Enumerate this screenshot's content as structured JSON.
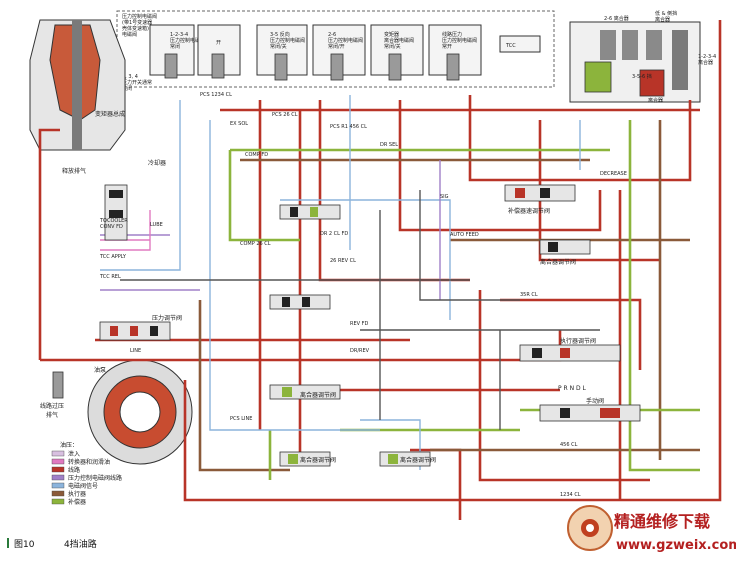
{
  "figure": {
    "number": "图10",
    "title": "4挡油路",
    "watermark_cn": "精通维修下载",
    "watermark_url": "www.gzweix.com"
  },
  "legend": {
    "heading": "油压：",
    "items": [
      {
        "label": "泄入",
        "color": "#d8c0e0"
      },
      {
        "label": "转换器和润滑油",
        "color": "#e07ac0"
      },
      {
        "label": "线路",
        "color": "#b83428"
      },
      {
        "label": "压力控制电磁阀线路",
        "color": "#a080c8"
      },
      {
        "label": "电磁阀信号",
        "color": "#8cb4dc"
      },
      {
        "label": "执行器",
        "color": "#8a5a3a"
      },
      {
        "label": "补偿器",
        "color": "#8cb43c"
      }
    ]
  },
  "colors": {
    "line": "#b83428",
    "converter": "#e07ac0",
    "pcs": "#a080c8",
    "signal": "#8cb4dc",
    "actuator": "#8a5a3a",
    "compensator": "#8cb43c",
    "body": "#555555"
  },
  "top": {
    "note_lines": [
      "压力控制电磁阀",
      "(带1号变速器",
      "壳体变速箱)",
      "电磁阀"
    ],
    "switch_lines": [
      "2, 3, 4",
      "压力开关通常",
      "关闭"
    ],
    "solenoids": [
      {
        "l1": "1-2-3-4",
        "l2": "压力控制电磁阀",
        "l3": "常闭"
      },
      {
        "l1": "开",
        "l2": "",
        "l3": ""
      },
      {
        "l1": "3-5 反向",
        "l2": "压力控制电磁阀",
        "l3": "常闭/关"
      },
      {
        "l1": "2-6",
        "l2": "压力控制电磁阀",
        "l3": "常闭/开"
      },
      {
        "l1": "变矩器",
        "l2": "离合器电磁阀",
        "l3": "常闭/关"
      },
      {
        "l1": "线路压力",
        "l2": "压力控制电磁阀",
        "l3": "常开"
      }
    ],
    "tcc_label": "TCC"
  },
  "right_top": {
    "clutch_26": "2-6 离合器",
    "low_rev": "低 & 倒挡",
    "low_rev_sub": "离合器",
    "clutch_1234": "1-2-3-4",
    "clutch_1234_sub": "离合器",
    "clutch_356": "3-5-6 挡",
    "clutch_356_sub": "离合器"
  },
  "left": {
    "converter_title": "变矩器总成",
    "cooler": "冷却器",
    "exhaust": "释放排气",
    "pump": "油泵",
    "filter_lines": [
      "线路过压",
      "排气"
    ]
  },
  "valves": {
    "boost": "补偿器速调节阀",
    "pressure_reg": "压力调节阀",
    "manual": "手动阀",
    "actuator_valve": "执行器调节阀",
    "tcc_reg": "离合器调节阀",
    "shift_56": "离合器调节阀",
    "shift_46": "离合器调节阀",
    "valve_a": "离合器调节阀"
  },
  "prndl": "P R N D L",
  "passages": [
    "PCS 1234 CL",
    "PCS R1 456 CL",
    "EX SOL",
    "COMP FD",
    "DR SEL",
    "PCS 26 CL",
    "LINE",
    "TCC APPLY",
    "TCC REL",
    "DR/REV",
    "COMP 26 CL",
    "DR 2 CL FD",
    "AUTO FEED",
    "26 REV CL",
    "1234 CL",
    "456 CL",
    "35R CL",
    "PCS LINE",
    "SIG",
    "REV FD",
    "CONV FD",
    "LUBE",
    "TOCOOLER",
    "DECREASE"
  ]
}
